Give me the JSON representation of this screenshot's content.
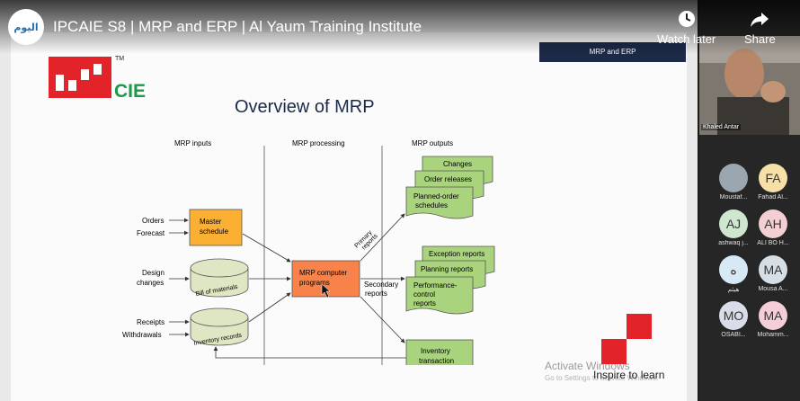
{
  "video": {
    "title": "IPCAIE S8 | MRP and ERP | Al Yaum Training Institute",
    "channel_logo_text": "اليوم",
    "actions": [
      {
        "label": "Watch later",
        "icon": "clock-icon"
      },
      {
        "label": "Share",
        "icon": "share-arrow-icon"
      }
    ]
  },
  "slide": {
    "banner": "MRP and ERP",
    "logo_text": "CIE",
    "logo_tm": "TM",
    "title": "Overview of MRP",
    "footer_brand": "Inspire to learn",
    "columns": [
      "MRP inputs",
      "MRP processing",
      "MRP outputs"
    ],
    "inputs": {
      "orders": "Orders",
      "forecast": "Forecast",
      "master_schedule": [
        "Master",
        "schedule"
      ],
      "design_changes": [
        "Design",
        "changes"
      ],
      "bill_of_materials": "Bill of materials",
      "receipts": "Receipts",
      "withdrawals": "Withdrawals",
      "inventory_records": "Inventory records"
    },
    "processing": [
      "MRP computer",
      "programs"
    ],
    "primary_reports": [
      "Primary",
      "reports"
    ],
    "secondary_reports": [
      "Secondary",
      "reports"
    ],
    "primary_outputs": {
      "changes": "Changes",
      "order_releases": "Order releases",
      "planned_order": [
        "Planned-order",
        "schedules"
      ]
    },
    "secondary_outputs": {
      "exception": "Exception reports",
      "planning": "Planning reports",
      "performance": [
        "Performance-",
        "control",
        "reports"
      ]
    },
    "inventory_transaction": [
      "Inventory",
      "transaction"
    ],
    "colors": {
      "master": "#fbb034",
      "mrp": "#f7834a",
      "output": "#a9d37d",
      "disk": "#dfe6c3"
    }
  },
  "windows_watermark": {
    "line1": "Activate Windows",
    "line2": "Go to Settings to activate Windows."
  },
  "meeting": {
    "speaker": "Khaled Antar",
    "participants": [
      {
        "initials": "",
        "name": "Moustaf...",
        "color": "#9aa7b0",
        "photo": true
      },
      {
        "initials": "FA",
        "name": "Fahad Al...",
        "color": "#f7e0a8"
      },
      {
        "initials": "AJ",
        "name": "ashwaq j...",
        "color": "#cfe7cf"
      },
      {
        "initials": "AH",
        "name": "ALI BO H...",
        "color": "#f3cfd3"
      },
      {
        "initials": "ه",
        "name": "هيثم",
        "color": "#d7e9f5"
      },
      {
        "initials": "MA",
        "name": "Mousa A...",
        "color": "#d6dfe6"
      },
      {
        "initials": "MO",
        "name": "OSABI...",
        "color": "#d9dde8"
      },
      {
        "initials": "MA",
        "name": "Mohamm...",
        "color": "#f4cfd7"
      }
    ]
  }
}
